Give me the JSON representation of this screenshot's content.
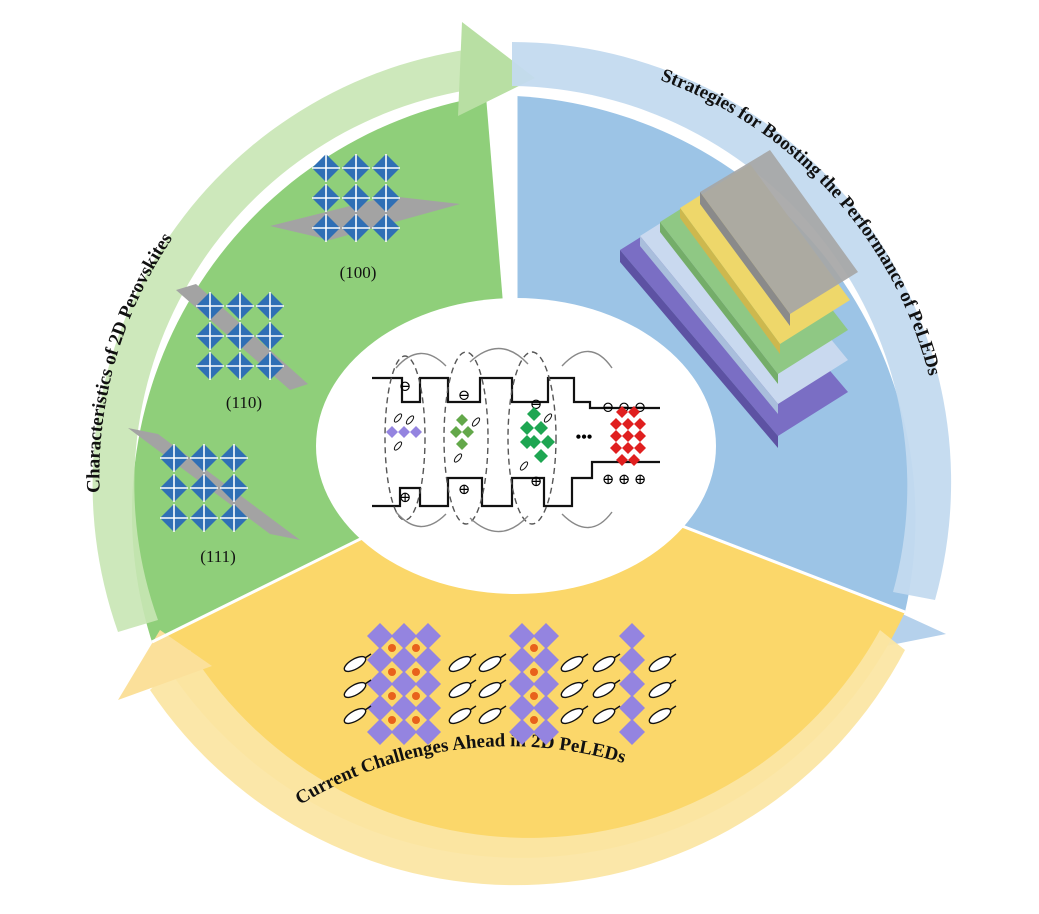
{
  "segments": {
    "characteristics": {
      "title": "Characteristics of 2D Perovskites",
      "color": "#8fcf7a"
    },
    "strategies": {
      "title": "Strategies for Boosting the Performance of PeLEDs",
      "color": "#9cc4e6"
    },
    "challenges": {
      "title": "Current Challenges Ahead in 2D PeLEDs",
      "color": "#fbd76a"
    }
  },
  "planes": [
    {
      "label": "(100)"
    },
    {
      "label": "(110)"
    },
    {
      "label": "(111)"
    }
  ],
  "center": {
    "ellipsis": "•••",
    "electron_symbol": "⊖",
    "hole_symbol": "⊕"
  },
  "layer_colors": [
    "#8b7fd0",
    "#c9d9ef",
    "#8fc884",
    "#eed76a",
    "#a6a6a6"
  ],
  "octahedra": {
    "blue": "#2f6fb5",
    "purple": "#9484e0",
    "green_light": "#63a84a",
    "green": "#1ea652",
    "red": "#e01f1f",
    "cation": "#e8621c"
  }
}
